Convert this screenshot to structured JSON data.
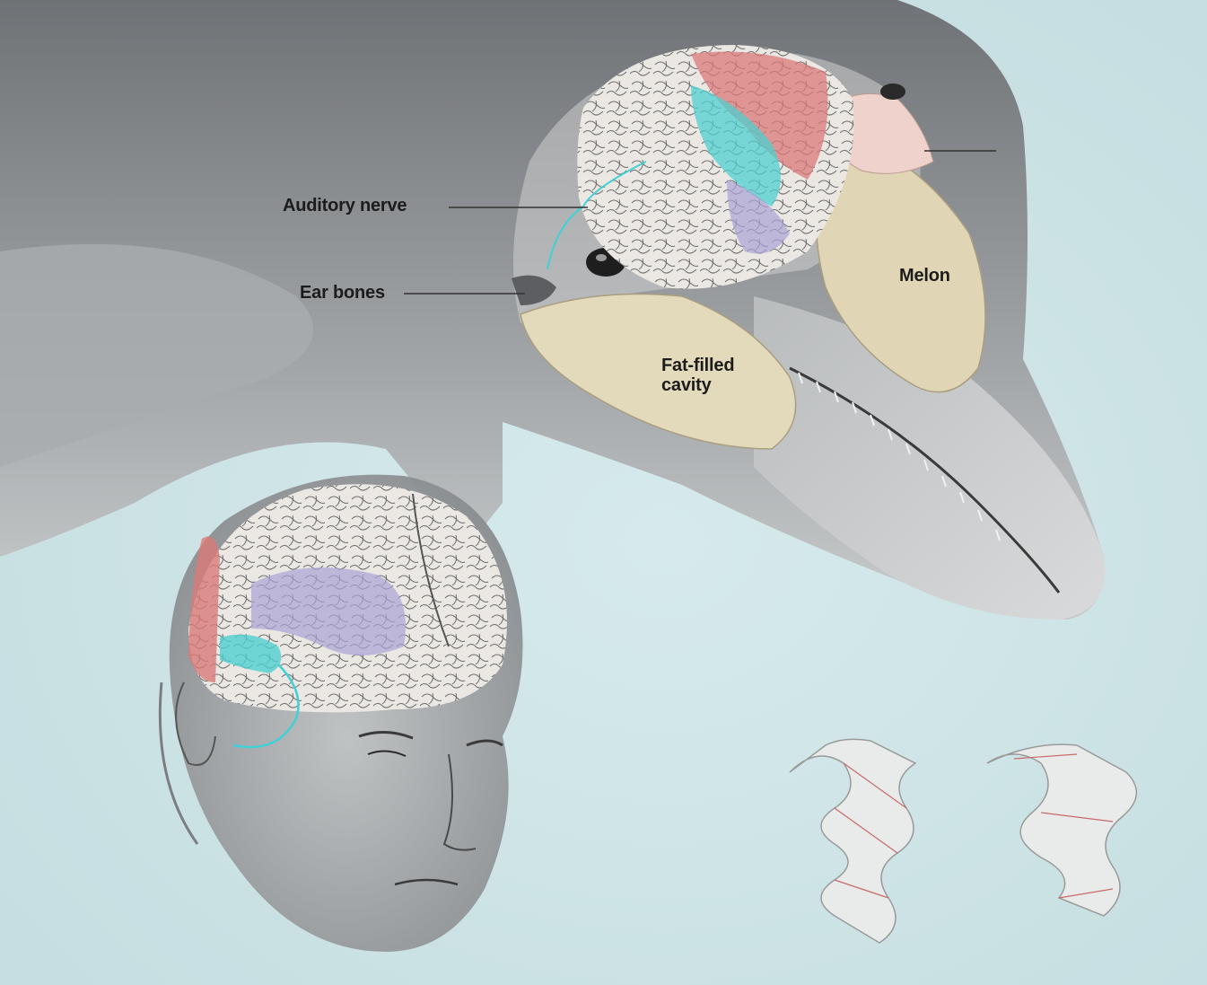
{
  "labels": {
    "auditory_nerve": "Auditory nerve",
    "ear_bones": "Ear bones",
    "melon": "Melon",
    "fat_filled_cavity_line1": "Fat-filled",
    "fat_filled_cavity_line2": "cavity"
  },
  "colors": {
    "background": "#cfe4e6",
    "dolphin_body": "#8e9194",
    "brain": "#e9e6e0",
    "region_red": "#d97a78",
    "region_cyan": "#4fcfd0",
    "region_violet": "#a9a4d6",
    "melon_tan": "#e0d5b4",
    "nerve_cyan": "#3fd0d8"
  }
}
